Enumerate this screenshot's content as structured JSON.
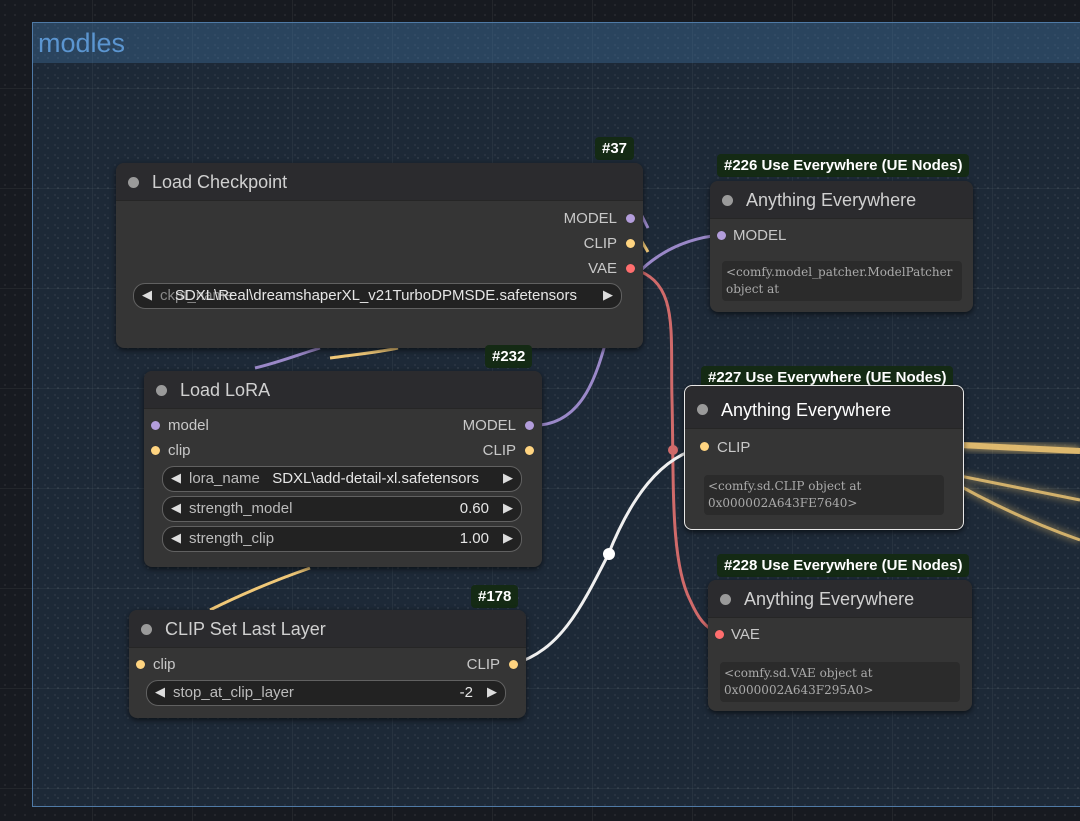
{
  "group": {
    "title": "modles"
  },
  "colors": {
    "model": "#b39ddb",
    "clip": "#ffd480",
    "vae": "#ff6e6e",
    "badge_bg": "#142a14",
    "group": "#4f7aa6"
  },
  "nodes": {
    "load_checkpoint": {
      "id_label": "#37",
      "title": "Load Checkpoint",
      "outputs": [
        "MODEL",
        "CLIP",
        "VAE"
      ],
      "widget": {
        "label": "ckpt_name",
        "value": "SDXL\\Real\\dreamshaperXL_v21TurboDPMSDE.safetensors"
      }
    },
    "load_lora": {
      "id_label": "#232",
      "title": "Load LoRA",
      "inputs": [
        "model",
        "clip"
      ],
      "outputs": [
        "MODEL",
        "CLIP"
      ],
      "widgets": [
        {
          "label": "lora_name",
          "value": "SDXL\\add-detail-xl.safetensors"
        },
        {
          "label": "strength_model",
          "value": "0.60"
        },
        {
          "label": "strength_clip",
          "value": "1.00"
        }
      ]
    },
    "clip_set_last_layer": {
      "id_label": "#178",
      "title": "CLIP Set Last Layer",
      "inputs": [
        "clip"
      ],
      "outputs": [
        "CLIP"
      ],
      "widget": {
        "label": "stop_at_clip_layer",
        "value": "-2"
      }
    },
    "ue_226": {
      "id_label": "#226 Use Everywhere (UE Nodes)",
      "title": "Anything Everywhere",
      "input": "MODEL",
      "info": "<comfy.model_patcher.ModelPatcher object at"
    },
    "ue_227": {
      "id_label": "#227 Use Everywhere (UE Nodes)",
      "title": "Anything Everywhere",
      "input": "CLIP",
      "info": "<comfy.sd.CLIP object at 0x000002A643FE7640>"
    },
    "ue_228": {
      "id_label": "#228 Use Everywhere (UE Nodes)",
      "title": "Anything Everywhere",
      "input": "VAE",
      "info": "<comfy.sd.VAE object at 0x000002A643F295A0>"
    }
  }
}
